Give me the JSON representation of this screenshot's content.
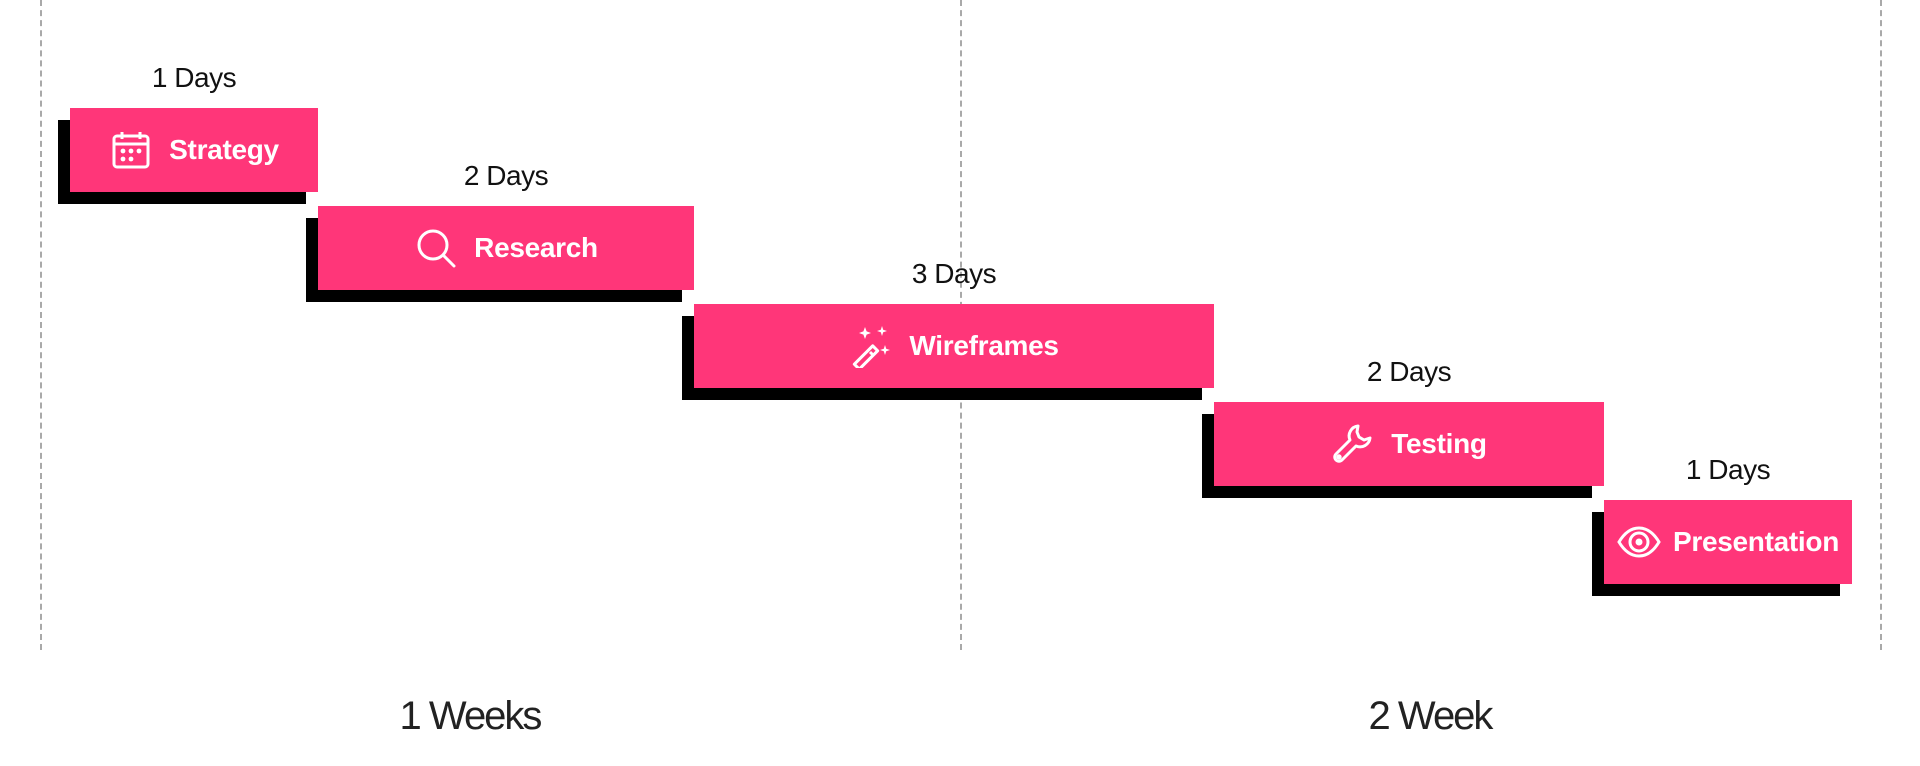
{
  "colors": {
    "bar": "#ff3679",
    "shadow": "#000000",
    "grid": "#a9a9a9"
  },
  "tasks": [
    {
      "label": "Strategy",
      "duration": "1 Days",
      "icon": "calendar-icon"
    },
    {
      "label": "Research",
      "duration": "2 Days",
      "icon": "search-icon"
    },
    {
      "label": "Wireframes",
      "duration": "3 Days",
      "icon": "magic-wand-icon"
    },
    {
      "label": "Testing",
      "duration": "2 Days",
      "icon": "wrench-icon"
    },
    {
      "label": "Presentation",
      "duration": "1 Days",
      "icon": "eye-icon"
    }
  ],
  "weeks": [
    {
      "label": "1 Weeks"
    },
    {
      "label": "2 Week"
    }
  ]
}
